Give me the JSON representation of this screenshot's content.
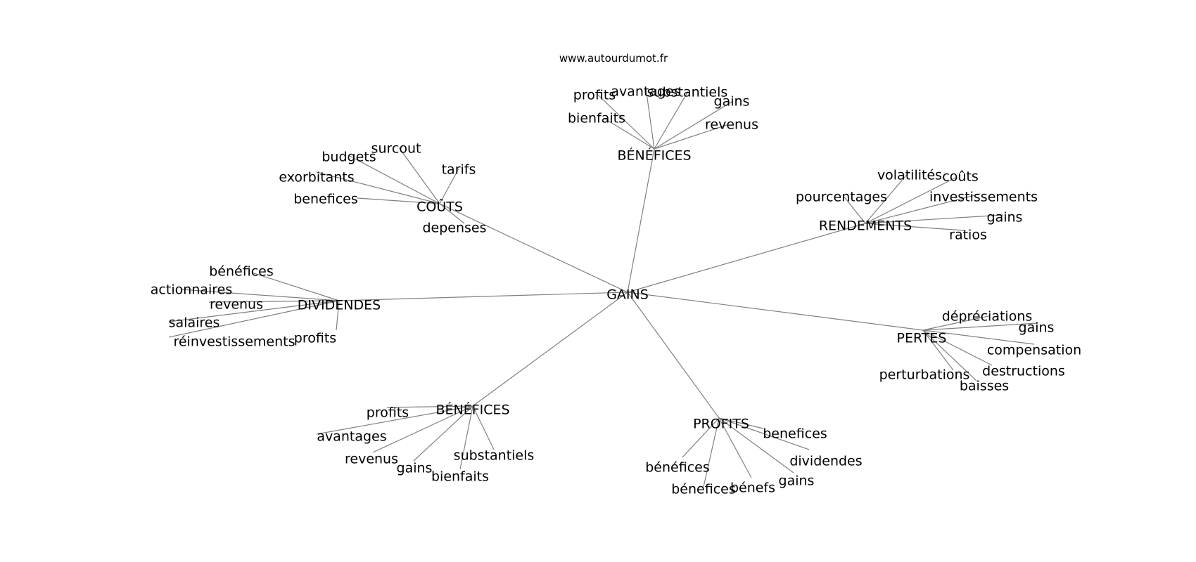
{
  "source": "www.autourdumot.fr",
  "root": "GAINS",
  "clusters": [
    {
      "hub": "BÉNÉFICES",
      "leaves": [
        "profits",
        "avantages",
        "substantiels",
        "gains",
        "bienfaits",
        "revenus"
      ]
    },
    {
      "hub": "COÛTS",
      "leaves": [
        "surcout",
        "budgets",
        "tarifs",
        "exorbitants",
        "benefices",
        "depenses"
      ]
    },
    {
      "hub": "RENDEMENTS",
      "leaves": [
        "volatilités",
        "coûts",
        "pourcentages",
        "investissements",
        "gains",
        "ratios"
      ]
    },
    {
      "hub": "DIVIDENDES",
      "leaves": [
        "bénéfices",
        "actionnaires",
        "revenus",
        "salaires",
        "réinvestissements",
        "profits"
      ]
    },
    {
      "hub": "PERTES",
      "leaves": [
        "dépréciations",
        "gains",
        "compensation",
        "destructions",
        "perturbations",
        "baisses"
      ]
    },
    {
      "hub": "BÉNÉFICES",
      "leaves": [
        "profits",
        "avantages",
        "revenus",
        "gains",
        "bienfaits",
        "substantiels"
      ]
    },
    {
      "hub": "PROFITS",
      "leaves": [
        "benefices",
        "dividendes",
        "bénéfices",
        "gains",
        "bénefs",
        "bénefices"
      ]
    }
  ]
}
